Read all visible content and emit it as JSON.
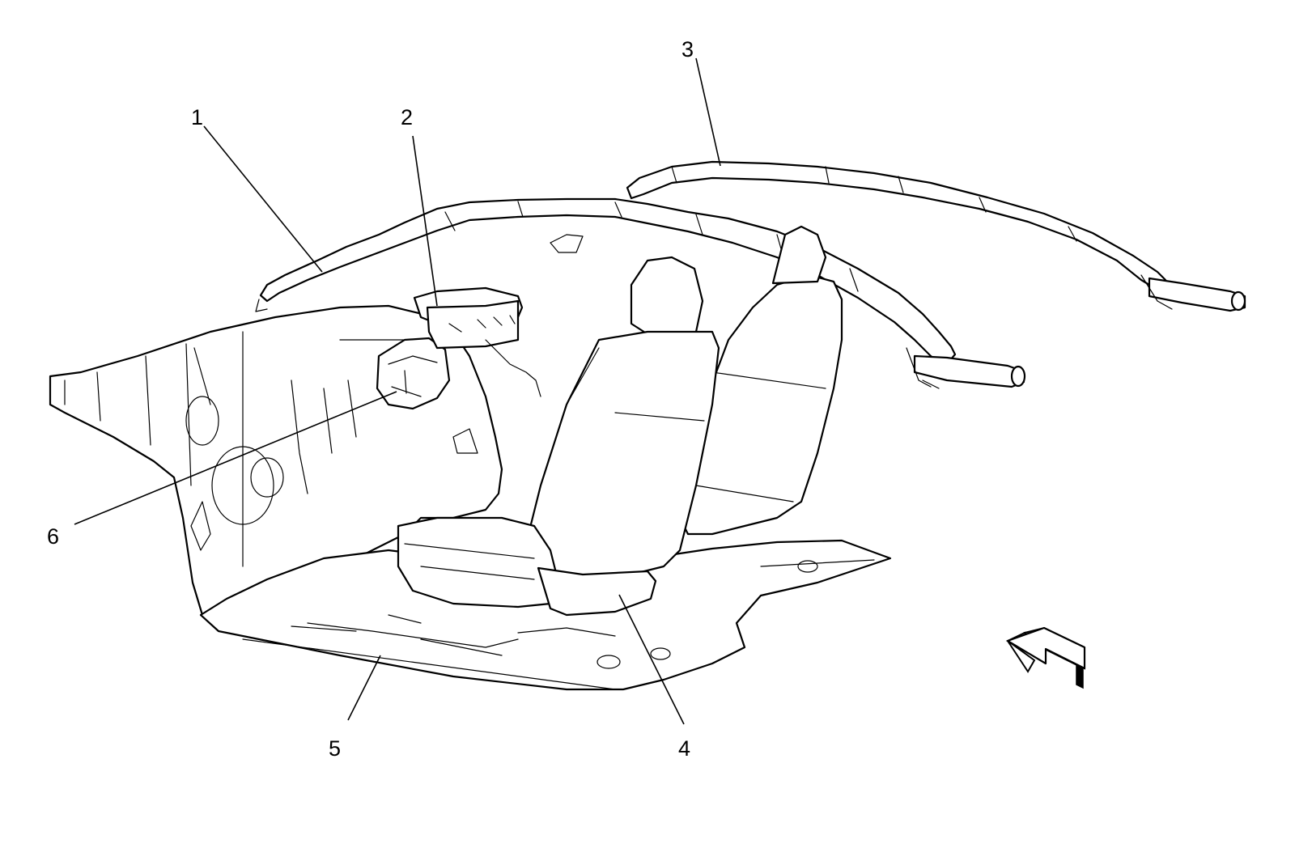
{
  "callouts": [
    {
      "id": "1",
      "label": "1"
    },
    {
      "id": "2",
      "label": "2"
    },
    {
      "id": "3",
      "label": "3"
    },
    {
      "id": "4",
      "label": "4"
    },
    {
      "id": "5",
      "label": "5"
    },
    {
      "id": "6",
      "label": "6"
    }
  ],
  "icons": {
    "direction_arrow": "view-direction-arrow-icon"
  }
}
